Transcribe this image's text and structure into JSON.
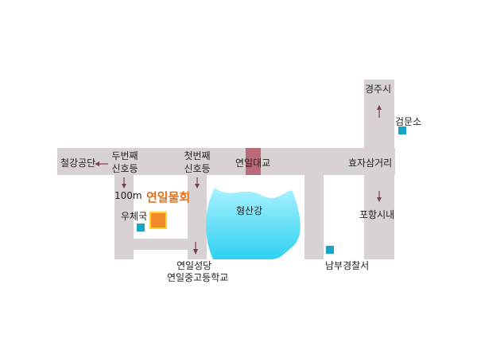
{
  "labels": {
    "gyeongju": "경주시",
    "geommunso": "검문소",
    "cheolgang": "철강공단",
    "second_signal_1": "두번째",
    "second_signal_2": "신호등",
    "first_signal_1": "첫번째",
    "first_signal_2": "신호등",
    "yeonil_bridge": "연일대교",
    "hyoja_junction": "효자삼거리",
    "distance": "100m",
    "church": "연일물회",
    "post_office": "우체국",
    "river": "형산강",
    "pohang_city": "포항시내",
    "police": "남부경찰서",
    "cathedral": "연일성당",
    "school": "연일중고등학교"
  },
  "colors": {
    "road": "#d8d2d4",
    "bridge": "#b86a7a",
    "river_light": "#a8f2ff",
    "river_dark": "#2fd0f0",
    "marker": "#1aa3c8",
    "arrow": "#7a3f48",
    "highlight_text": "#e0701a",
    "highlight_box": "#f08a2a",
    "highlight_border": "#ffd230"
  },
  "icons": {
    "marker": "blue-square-icon",
    "destination": "orange-square-icon",
    "arrow": "arrow-icon"
  }
}
